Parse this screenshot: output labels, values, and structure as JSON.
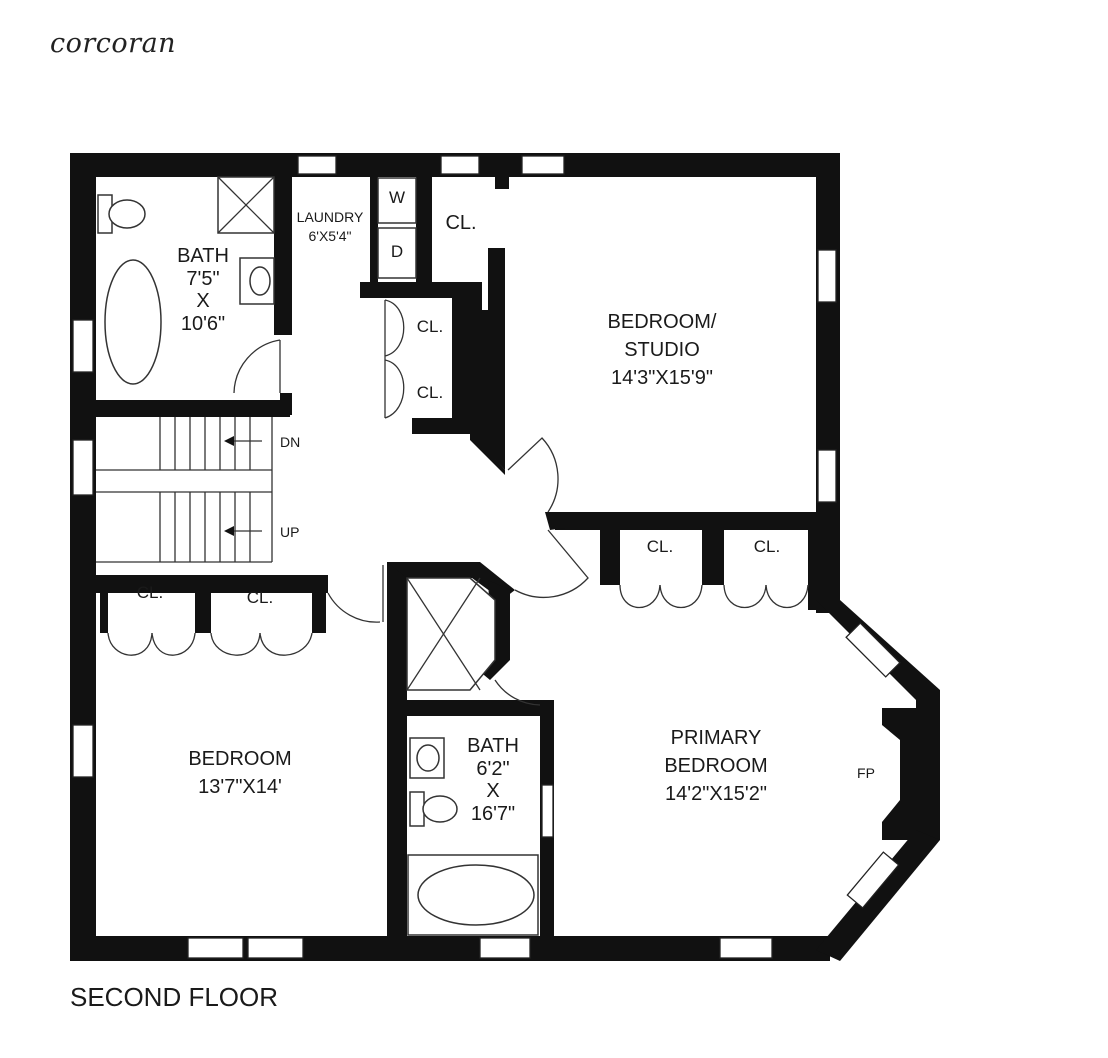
{
  "brand": "corcoran",
  "floor_title": "SECOND FLOOR",
  "rooms": {
    "bath1": {
      "name": "BATH",
      "l1": "7'5\"",
      "l2": "X",
      "l3": "10'6\""
    },
    "laundry": {
      "name": "LAUNDRY",
      "size": "6'X5'4\""
    },
    "washer": "W",
    "dryer": "D",
    "bedroom_studio": {
      "name1": "BEDROOM/",
      "name2": "STUDIO",
      "size": "14'3\"X15'9\""
    },
    "bedroom": {
      "name": "BEDROOM",
      "size": "13'7\"X14'"
    },
    "bath2": {
      "name": "BATH",
      "l1": "6'2\"",
      "l2": "X",
      "l3": "16'7\""
    },
    "primary": {
      "name1": "PRIMARY",
      "name2": "BEDROOM",
      "size": "14'2\"X15'2\""
    }
  },
  "closet": "CL.",
  "stairs": {
    "down": "DN",
    "up": "UP"
  },
  "fireplace": "FP"
}
